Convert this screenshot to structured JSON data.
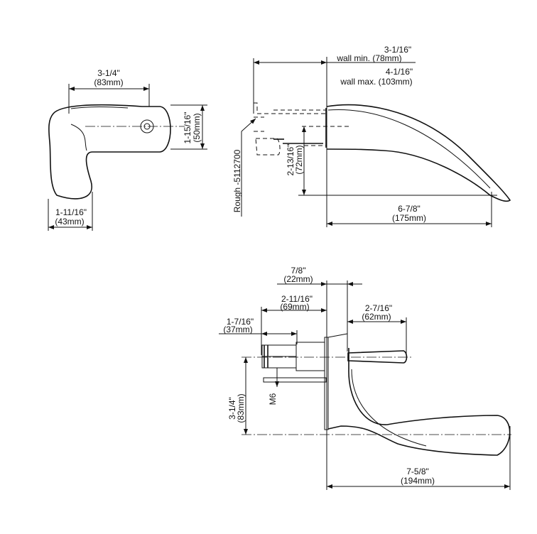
{
  "top_view": {
    "width_in": "3-1/4\"",
    "width_mm": "(83mm)",
    "height_in": "1-15/16\"",
    "height_mm": "(50mm)",
    "base_in": "1-11/16\"",
    "base_mm": "(43mm)"
  },
  "side_view": {
    "wall_min_in": "3-1/16\"",
    "wall_min_label": "wall min.  (78mm)",
    "wall_max_in": "4-1/16\"",
    "wall_max_label": "wall max. (103mm)",
    "rough_label": "Rough -5112700",
    "drop_in": "2-13/16\"",
    "drop_mm": "(72mm)",
    "reach_in": "6-7/8\"",
    "reach_mm": "(175mm)"
  },
  "front_view": {
    "plate_in": "7/8\"",
    "plate_mm": "(22mm)",
    "body_in": "2-11/16\"",
    "body_mm": "(69mm)",
    "conn_in": "1-7/16\"",
    "conn_mm": "(37mm)",
    "lever_in": "2-7/16\"",
    "lever_mm": "(62mm)",
    "height_in": "3-1/4\"",
    "height_mm": "(83mm)",
    "thread_label": "M6",
    "reach_in": "7-5/8\"",
    "reach_mm": "(194mm)"
  }
}
